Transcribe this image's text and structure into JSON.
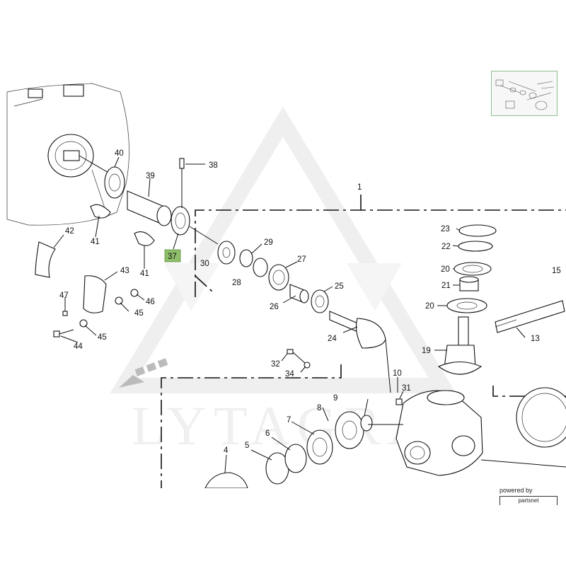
{
  "diagram": {
    "callouts": {
      "c1": "1",
      "c4": "4",
      "c5": "5",
      "c6": "6",
      "c7": "7",
      "c8": "8",
      "c9": "9",
      "c10": "10",
      "c13": "13",
      "c15": "15",
      "c19": "19",
      "c20a": "20",
      "c20b": "20",
      "c21": "21",
      "c22": "22",
      "c23": "23",
      "c24": "24",
      "c25": "25",
      "c26": "26",
      "c27": "27",
      "c28": "28",
      "c29": "29",
      "c30": "30",
      "c31": "31",
      "c32": "32",
      "c34": "34",
      "c37": "37",
      "c38": "38",
      "c39": "39",
      "c40": "40",
      "c41a": "41",
      "c41b": "41",
      "c42": "42",
      "c43": "43",
      "c44": "44",
      "c45a": "45",
      "c45b": "45",
      "c46": "46",
      "c47": "47"
    },
    "highlighted_callout": "37",
    "highlight_color": "#8fbf6a"
  },
  "watermark": {
    "text": "LYTAGRA",
    "color": "#e6e6e6"
  },
  "thumbnail": {
    "border_color": "#8fbf8f"
  },
  "branding": {
    "powered_label": "powered by",
    "brand_text": "partsnet"
  }
}
